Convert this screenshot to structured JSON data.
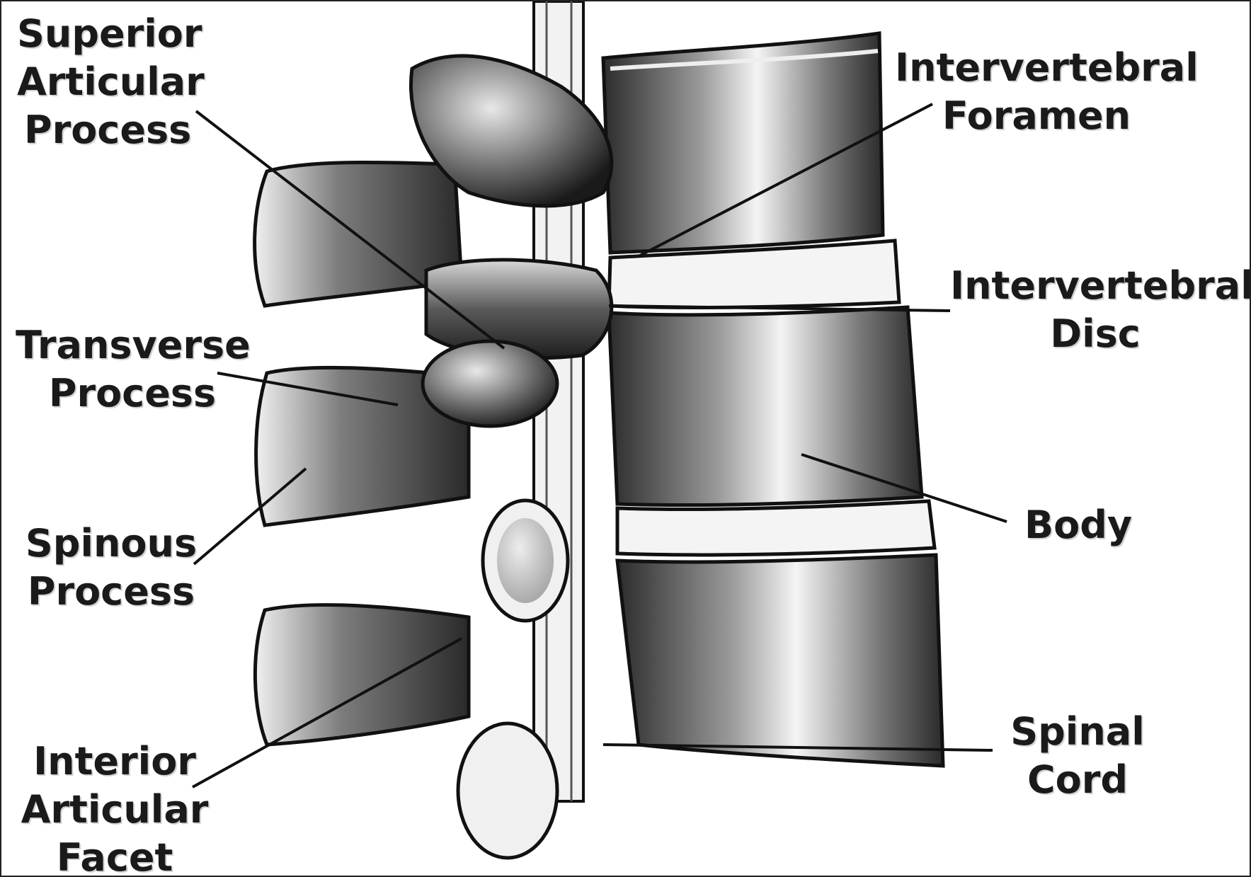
{
  "diagram": {
    "labels": {
      "superior_articular_process": [
        "Superior",
        "Articular",
        "Process"
      ],
      "intervertebral_foramen": [
        "Intervertebral",
        "Foramen"
      ],
      "intervertebral_disc": [
        "Intervertebral",
        "Disc"
      ],
      "transverse_process": [
        "Transverse",
        "Process"
      ],
      "body": [
        "Body"
      ],
      "spinous_process": [
        "Spinous",
        "Process"
      ],
      "spinal_cord": [
        "Spinal",
        "Cord"
      ],
      "interior_articular_facet": [
        "Interior",
        "Articular",
        "Facet"
      ]
    },
    "colors": {
      "bone_dark": "#3a3a3a",
      "bone_mid": "#8a8a8a",
      "bone_light": "#e6e6e6",
      "outline": "#111111",
      "background": "#ffffff"
    }
  }
}
